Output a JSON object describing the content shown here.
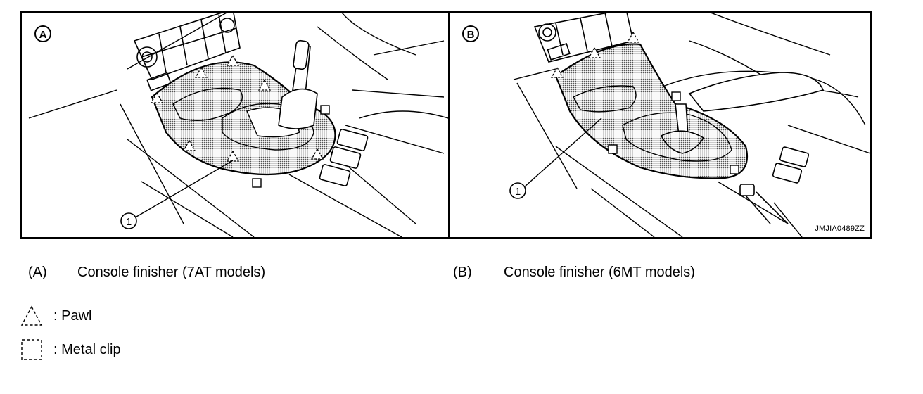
{
  "figure": {
    "code": "JMJIA0489ZZ",
    "panels": [
      {
        "badge": "A",
        "callout": "1"
      },
      {
        "badge": "B",
        "callout": "1"
      }
    ]
  },
  "captions": [
    {
      "key": "(A)",
      "text": "Console finisher (7AT models)"
    },
    {
      "key": "(B)",
      "text": "Console finisher (6MT models)"
    }
  ],
  "legend": [
    {
      "symbol": "triangle-dashed-icon",
      "text": ": Pawl"
    },
    {
      "symbol": "square-dashed-icon",
      "text": ": Metal clip"
    }
  ]
}
